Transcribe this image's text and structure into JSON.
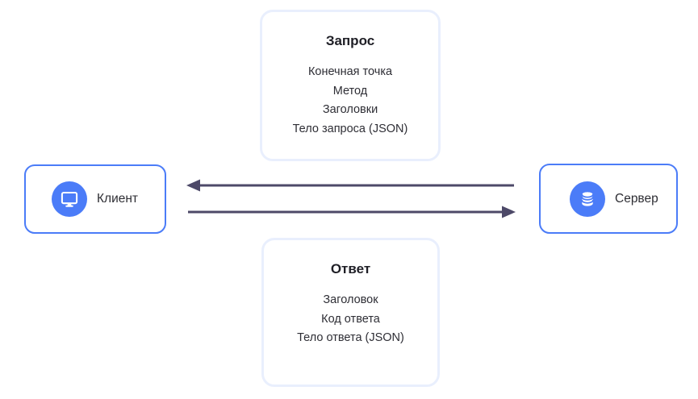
{
  "request_card": {
    "title": "Запрос",
    "items": [
      "Конечная точка",
      "Метод",
      "Заголовки",
      "Тело запроса (JSON)"
    ]
  },
  "response_card": {
    "title": "Ответ",
    "items": [
      "Заголовок",
      "Код ответа",
      "Тело ответа (JSON)"
    ]
  },
  "client_node": {
    "label": "Клиент",
    "icon": "monitor-icon"
  },
  "server_node": {
    "label": "Сервер",
    "icon": "database-icon"
  },
  "arrows": [
    {
      "name": "server-to-client",
      "direction": "left"
    },
    {
      "name": "client-to-server",
      "direction": "right"
    }
  ],
  "colors": {
    "accent_blue": "#4b7cf8",
    "card_border": "#e9effd",
    "arrow": "#4d4968",
    "title_text": "#1f1f26",
    "body_text": "#2e2e35"
  }
}
